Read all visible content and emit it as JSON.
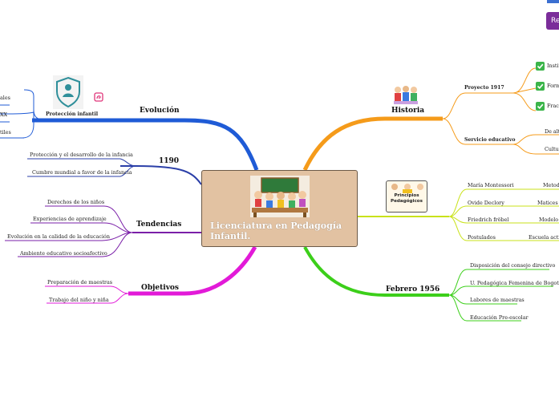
{
  "center": {
    "title": "Licenciatura en Pedagogía Infantil."
  },
  "top_button": {
    "label": "Re"
  },
  "branches": {
    "evolucion": {
      "label": "Evolución",
      "subtopic_image_label": "Protección infantil",
      "items": [
        "ales",
        "XX",
        "tiles"
      ]
    },
    "anio_1190": {
      "label": "1190",
      "items": [
        "Protección y el desarrollo de la infancia",
        "Cumbre mundial a favor de la infancia"
      ]
    },
    "tendencias": {
      "label": "Tendencias",
      "items": [
        "Derechos de los niños",
        "Experiencias de aprendizaje",
        "Evolución en la calidad de la educación",
        "Ambiente educativo socioafectivo"
      ]
    },
    "objetivos": {
      "label": "Objetivos",
      "items": [
        "Preparación de maestras",
        "Trabajo del niño y niña"
      ]
    },
    "historia": {
      "label": "Historia",
      "proyecto": {
        "label": "Proyecto 1917",
        "items": [
          "Instit",
          "Form",
          "Fract"
        ]
      },
      "servicio": {
        "label": "Servicio educativo",
        "items": [
          "De alt",
          "Cultur"
        ]
      }
    },
    "principios": {
      "image_label": "Principios Pedagógicos",
      "items": [
        {
          "name": "María Montessori",
          "detail": "Metod"
        },
        {
          "name": "Ovide Declory",
          "detail": "Matices d"
        },
        {
          "name": "Friedrich fröbel",
          "detail": "Modelo"
        },
        {
          "name": "Postulados",
          "detail": "Escuela activa"
        }
      ]
    },
    "febrero": {
      "label": "Febrero 1956",
      "items": [
        "Disposición del consejo directivo",
        "U. Pedagógica Femenina de Bogotá",
        "Labores de maestras",
        "Educación Pre-escolar"
      ]
    }
  },
  "colors": {
    "evolucion": "#1f5bd6",
    "anio": "#2b3fa8",
    "tendencias": "#7a1fa8",
    "objetivos": "#e21ad8",
    "historia": "#f59b1a",
    "principios": "#c9e21a",
    "febrero": "#3ccf1a"
  }
}
